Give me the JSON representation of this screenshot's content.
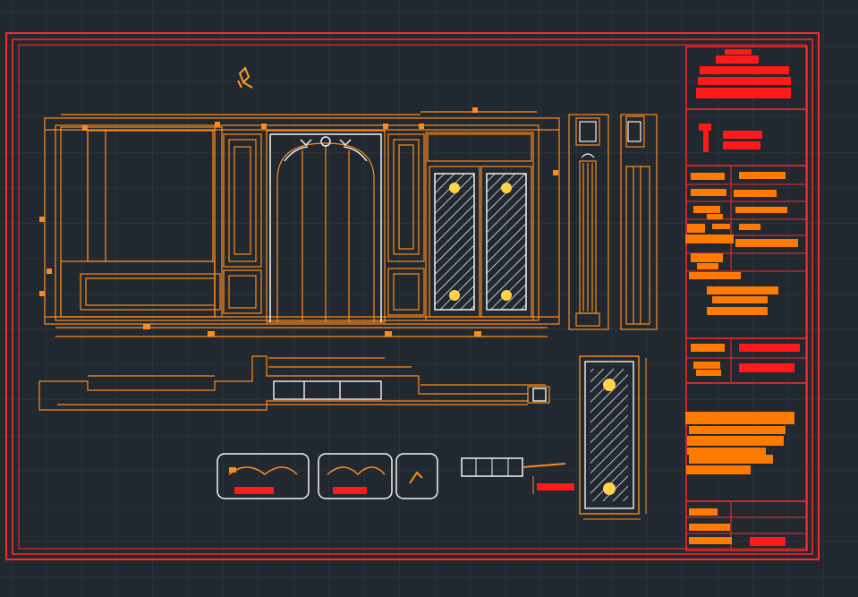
{
  "app": {
    "view": "CAD model space"
  },
  "colors": {
    "background": "#212830",
    "grid": "#2f3a46",
    "frame": "#ff2a2a",
    "drawing": "#ff8c1a",
    "detail": "#ffffff",
    "text_block": "#ff7a00"
  },
  "sheet": {
    "title_block_rows": 8
  },
  "drawing": {
    "views": [
      "main-elevation",
      "plan-section",
      "detail-callouts",
      "glass-panel-detail",
      "column-elevation",
      "pilaster-elevation"
    ]
  }
}
